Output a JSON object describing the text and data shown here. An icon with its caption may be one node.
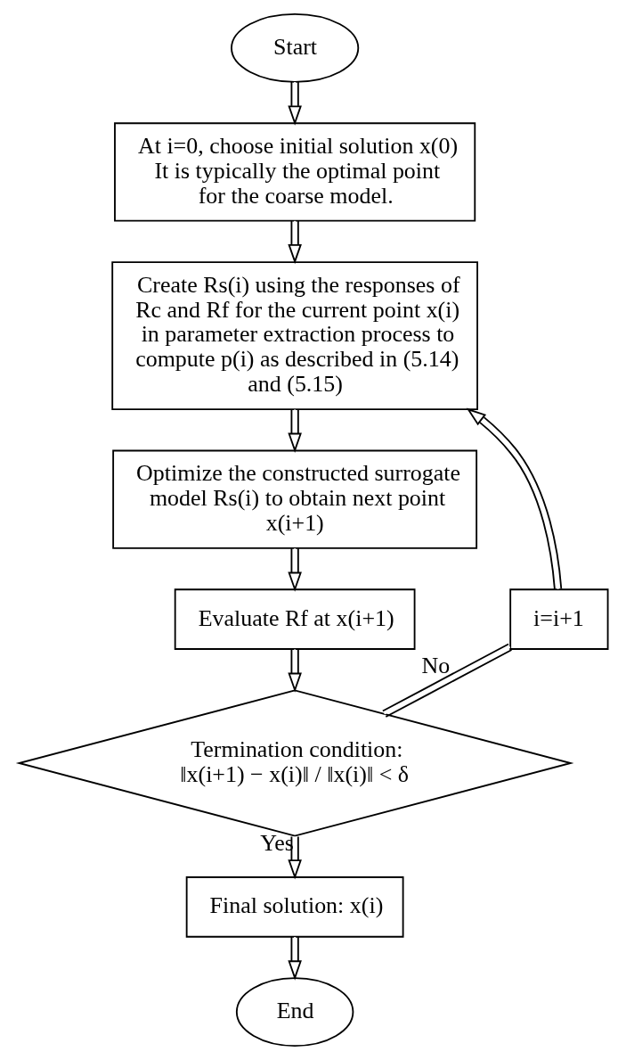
{
  "diagram": {
    "nodes": [
      {
        "text": [
          "Start"
        ]
      },
      {
        "text": [
          "At i=0, choose initial solution x(0) It is typically the optimal point for the coarse model."
        ]
      },
      {
        "text": [
          "Create Rs(i) using the responses of Rc and Rf for the current point x(i) in parameter extraction process to compute p(i) as described in (5.14) and (5.15)"
        ]
      },
      {
        "text": [
          "Optimize the constructed surrogate model Rs(i) to obtain next point x(i+1)"
        ]
      },
      {
        "text": [
          "Evaluate Rf at x(i+1)"
        ]
      },
      {
        "text": [
          "Termination condition:",
          "‖x(i+1) − x(i)‖ / ‖x(i)‖ < δ"
        ]
      },
      {
        "text": [
          "i=i+1"
        ]
      },
      {
        "text": [
          "Final solution: x(i)"
        ]
      },
      {
        "text": [
          "End"
        ]
      }
    ],
    "edges": [
      {
        "from": 0,
        "to": 1,
        "arrow": "to"
      },
      {
        "from": 1,
        "to": 2,
        "arrow": "to"
      },
      {
        "from": 2,
        "to": 3,
        "arrow": "to"
      },
      {
        "from": 3,
        "to": 4,
        "arrow": "to"
      },
      {
        "from": 4,
        "to": 5,
        "arrow": "to"
      },
      {
        "from": 5,
        "to": 6,
        "arrow": "none",
        "label": "No"
      },
      {
        "from": 6,
        "to": 2,
        "arrow": "to"
      },
      {
        "from": 5,
        "to": 7,
        "arrow": "to",
        "label": "Yes"
      },
      {
        "from": 7,
        "to": 8,
        "arrow": "to"
      }
    ]
  }
}
